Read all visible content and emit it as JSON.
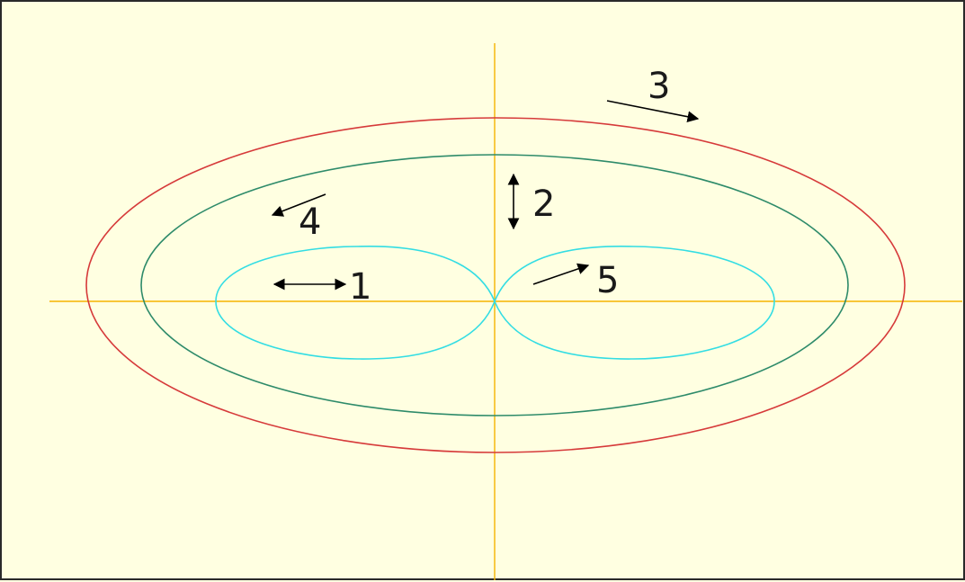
{
  "labels": {
    "one": "1",
    "two": "2",
    "three": "3",
    "four": "4",
    "five": "5"
  },
  "colors": {
    "background": "#ffffe1",
    "axis": "#f5b400",
    "outer_ellipse": "#d63a3a",
    "middle_ellipse": "#2e8b6a",
    "inner_lobes": "#33dde3",
    "arrows": "#000000"
  }
}
